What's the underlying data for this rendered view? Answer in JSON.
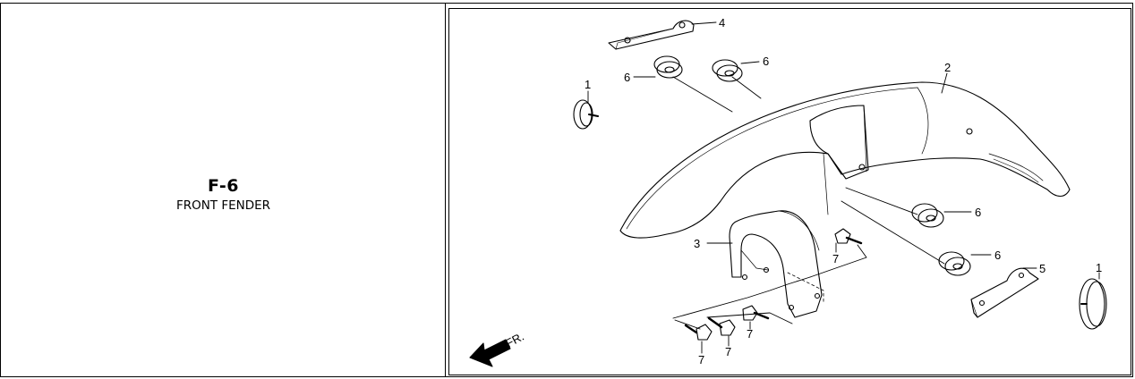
{
  "section": {
    "code": "F-6",
    "title": "FRONT FENDER"
  },
  "callouts": [
    {
      "num": "1"
    },
    {
      "num": "1"
    },
    {
      "num": "2"
    },
    {
      "num": "3"
    },
    {
      "num": "4"
    },
    {
      "num": "5"
    },
    {
      "num": "6"
    },
    {
      "num": "6"
    },
    {
      "num": "6"
    },
    {
      "num": "6"
    },
    {
      "num": "7"
    },
    {
      "num": "7"
    },
    {
      "num": "7"
    },
    {
      "num": "7"
    }
  ],
  "direction": {
    "label": "FR."
  }
}
